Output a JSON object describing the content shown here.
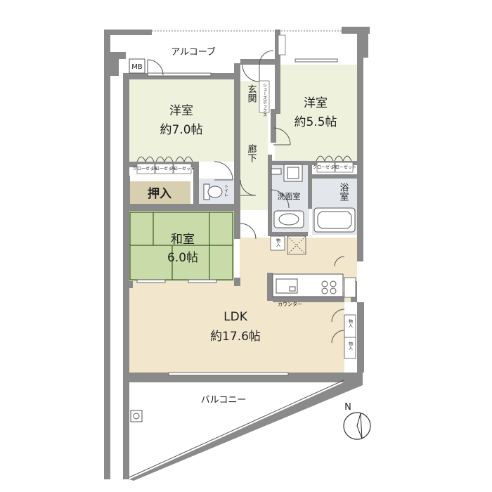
{
  "rooms": {
    "alcove": "アルコーブ",
    "mb": "MB",
    "western1_name": "洋室",
    "western1_size": "約7.0帖",
    "western2_name": "洋室",
    "western2_size": "約5.5帖",
    "entrance": "玄関",
    "corridor": "廊下",
    "shoebox": "シューズボックス",
    "oshiire": "押入",
    "toilet": "トイレ",
    "washroom": "洗面室",
    "bath": "浴室",
    "japanese_name": "和室",
    "japanese_size": "6.0帖",
    "storage": "物入",
    "counter": "カウンター",
    "ldk_name": "LDK",
    "ldk_size": "約17.6帖",
    "balcony": "バルコニー",
    "closet": "クローゼット"
  },
  "compass": {
    "north": "N"
  },
  "colors": {
    "wall": "#8a8a8a",
    "western": "#eef1dc",
    "ldk": "#f2e6cd",
    "tatami": "#c8dba8",
    "oshiire": "#d8cfb0",
    "wet": "#e3e6ea"
  }
}
